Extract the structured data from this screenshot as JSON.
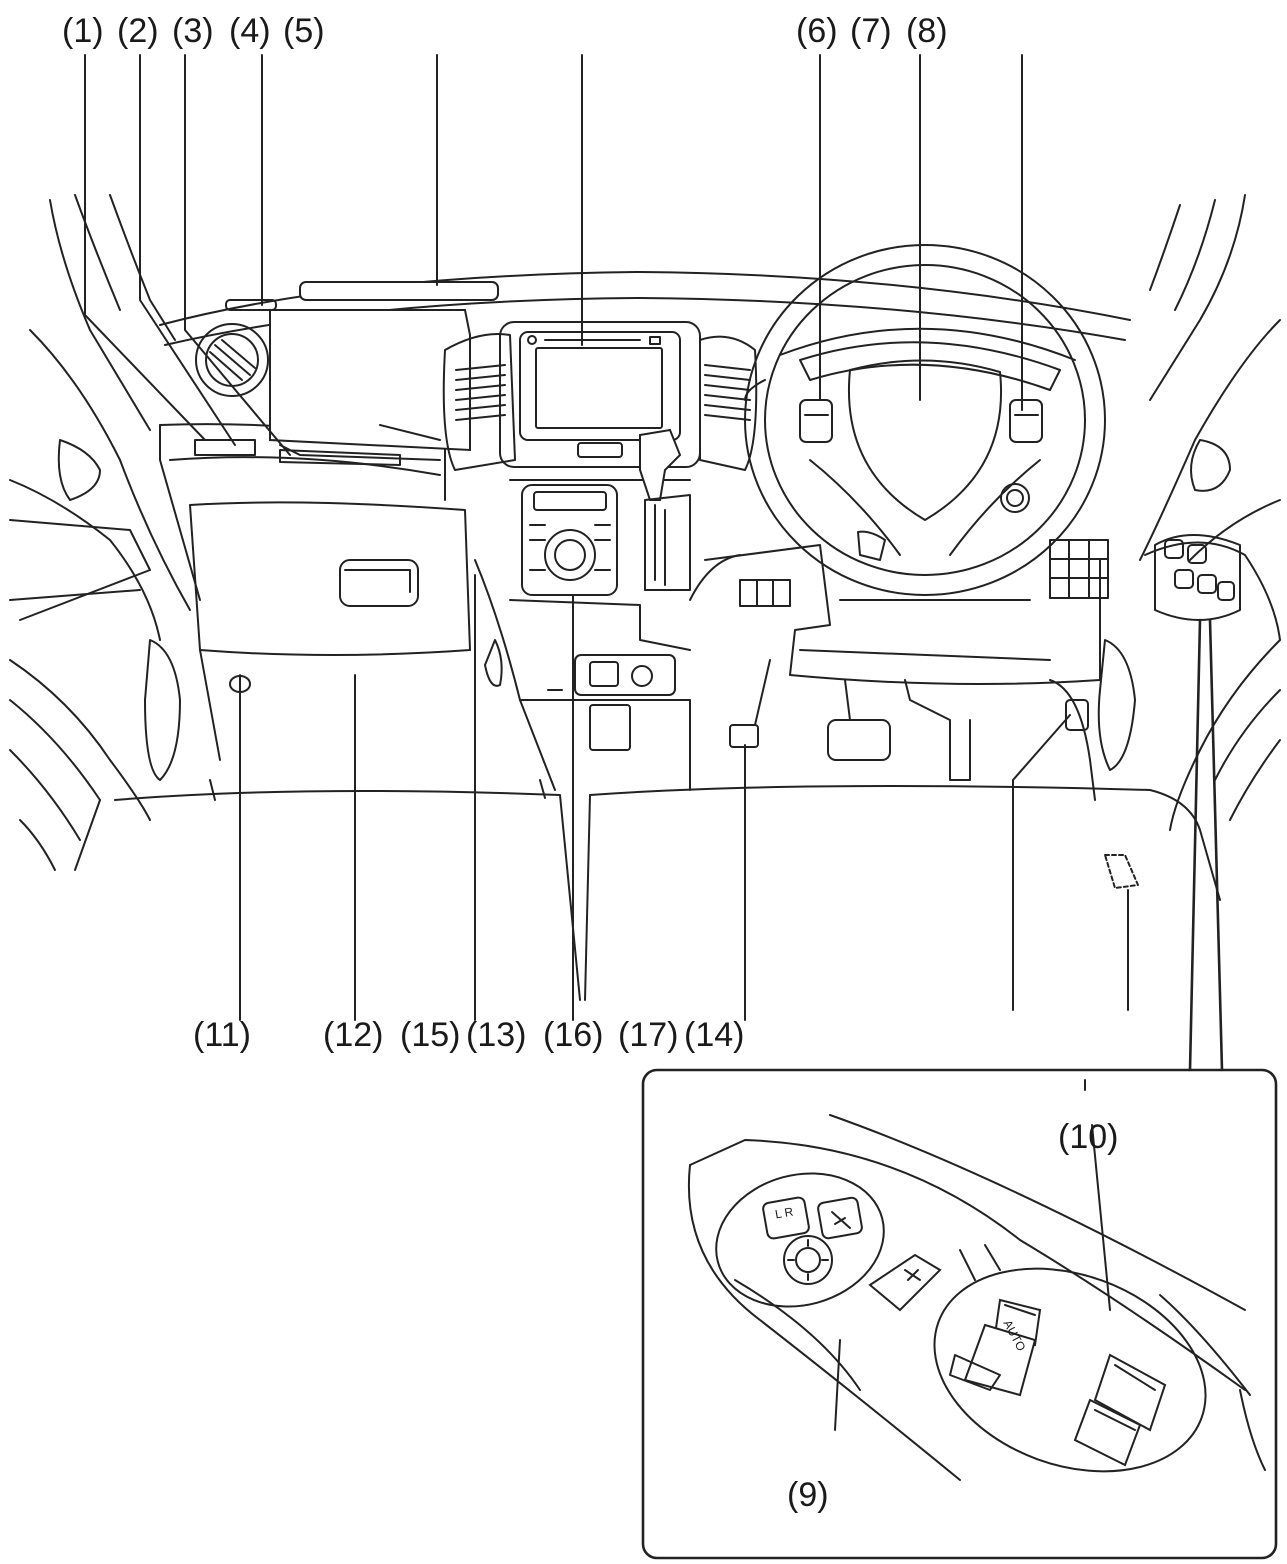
{
  "top_labels_left": [
    "(1)",
    "(2)",
    "(3)",
    "(4)",
    "(5)"
  ],
  "top_labels_right": [
    "(6)",
    "(7)",
    "(8)"
  ],
  "bottom_labels": [
    "(11)",
    "(12)",
    "(15)",
    "(13)",
    "(16)",
    "(17)",
    "(14)"
  ],
  "inset_labels": {
    "window_switches": "(10)",
    "mirror_switches": "(9)"
  },
  "inset_switch_text": {
    "auto": "AUTO",
    "mirror_lr": "L  R"
  }
}
